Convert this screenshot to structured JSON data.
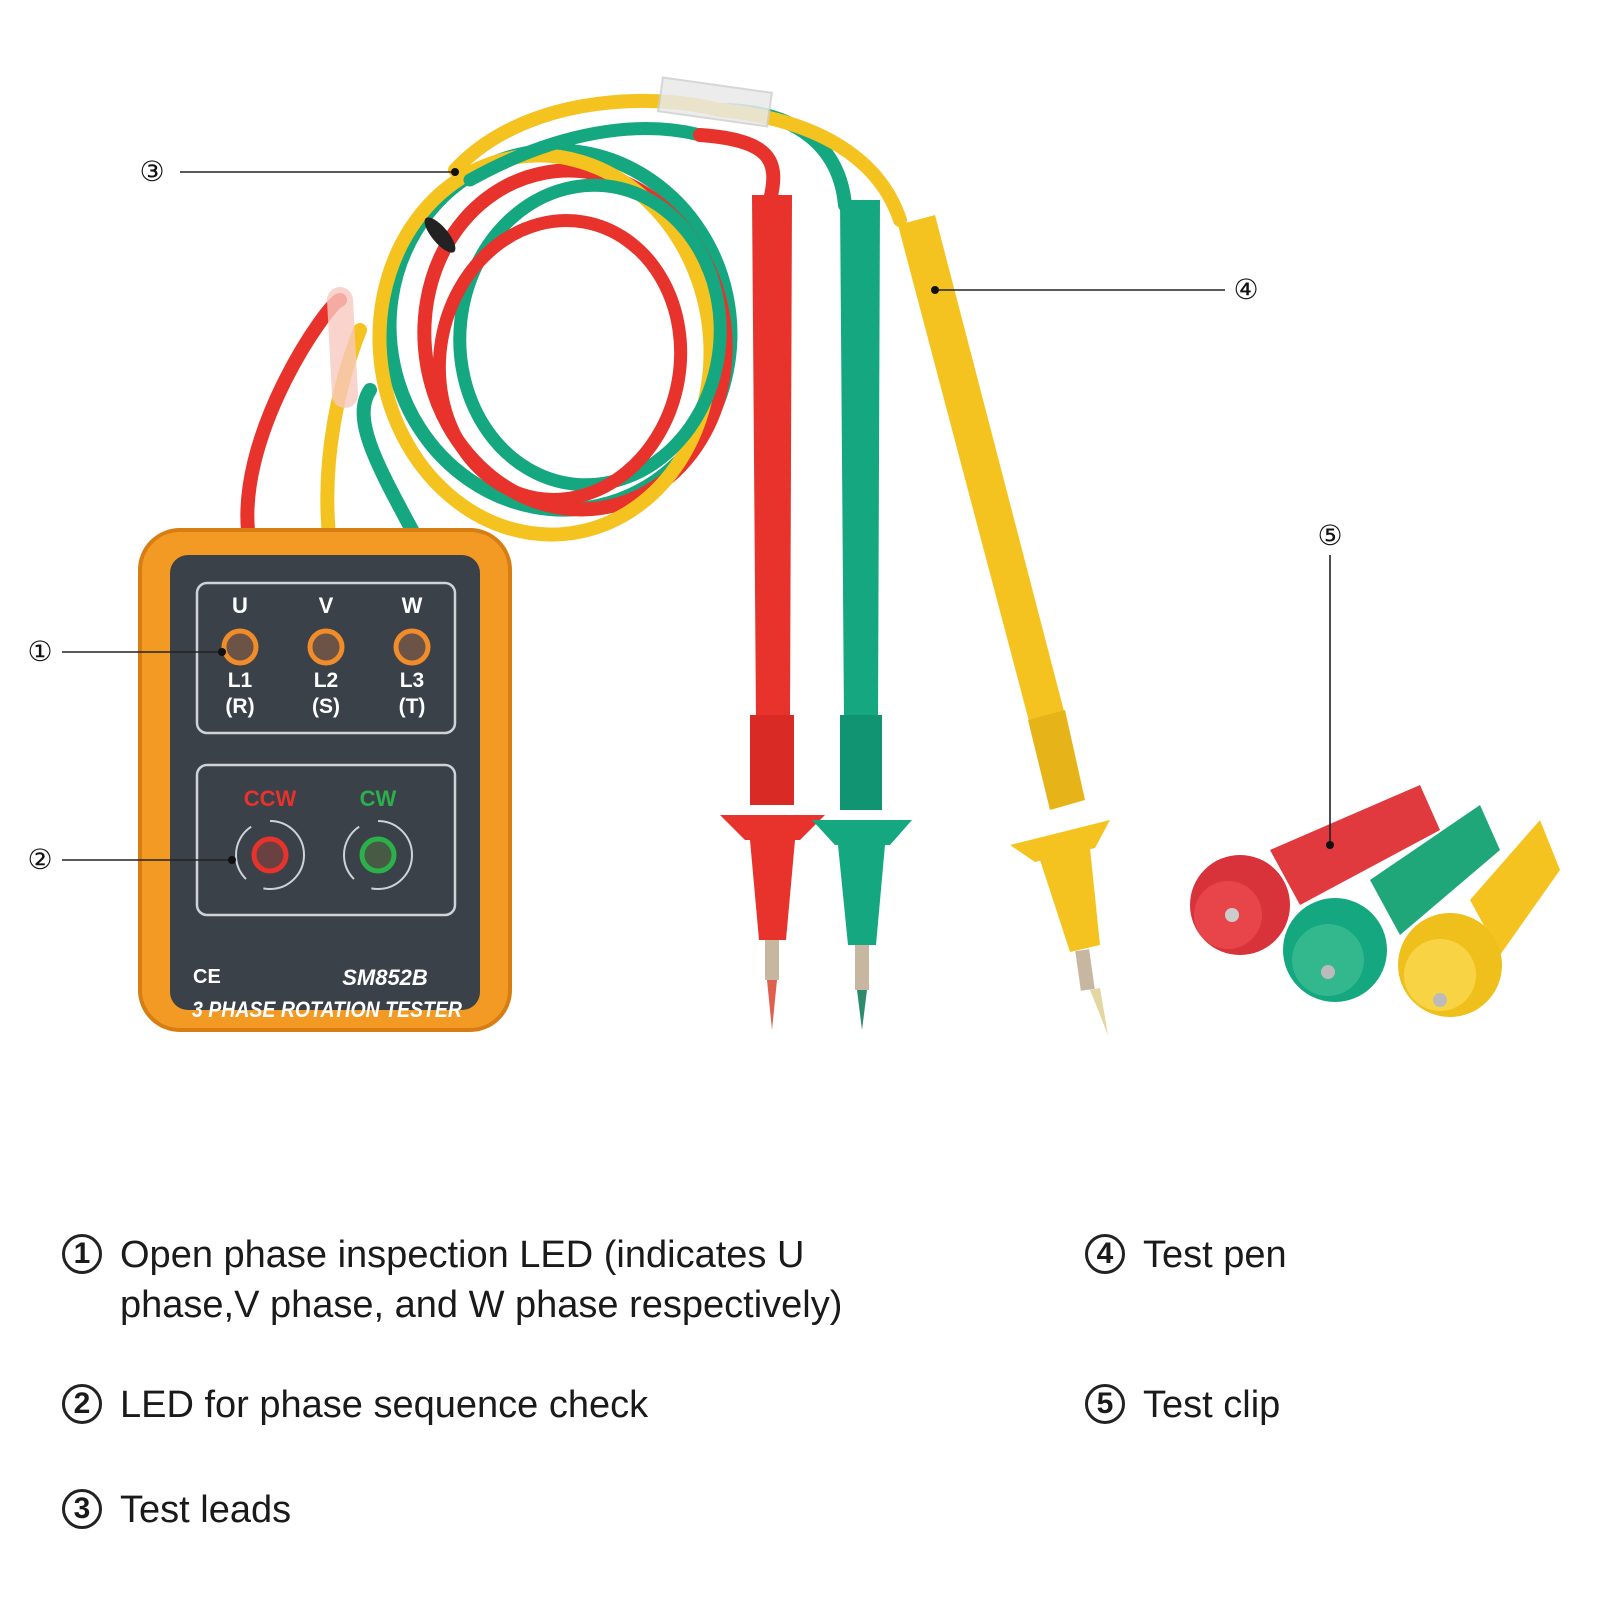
{
  "device": {
    "model": "SM852B",
    "name": "3 PHASE ROTATION TESTER",
    "ce_mark": "CE",
    "phases": [
      {
        "top": "U",
        "line": "L1",
        "paren": "(R)"
      },
      {
        "top": "V",
        "line": "L2",
        "paren": "(S)"
      },
      {
        "top": "W",
        "line": "L3",
        "paren": "(T)"
      }
    ],
    "rotation": {
      "ccw": "CCW",
      "cw": "CW"
    }
  },
  "callouts": [
    "①",
    "②",
    "③",
    "④",
    "⑤"
  ],
  "legend": [
    {
      "num": "1",
      "text": "Open phase inspection LED (indicates U phase,V phase, and W phase respectively)"
    },
    {
      "num": "2",
      "text": "LED for phase sequence check"
    },
    {
      "num": "3",
      "text": "Test leads"
    },
    {
      "num": "4",
      "text": "Test pen"
    },
    {
      "num": "5",
      "text": "Test clip"
    }
  ],
  "colors": {
    "red": "#e8322c",
    "green": "#15a77f",
    "yellow": "#f5c320",
    "housing": "#f39a24",
    "panel": "#3a4149"
  }
}
